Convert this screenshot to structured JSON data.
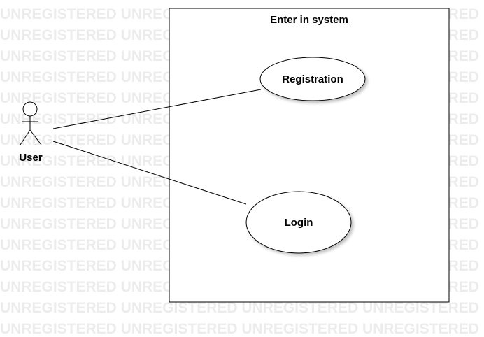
{
  "watermark": {
    "text": "UNREGISTERED"
  },
  "system_boundary": {
    "title": "Enter in system"
  },
  "actor": {
    "name": "User"
  },
  "use_cases": [
    {
      "label": "Registration"
    },
    {
      "label": "Login"
    }
  ]
}
